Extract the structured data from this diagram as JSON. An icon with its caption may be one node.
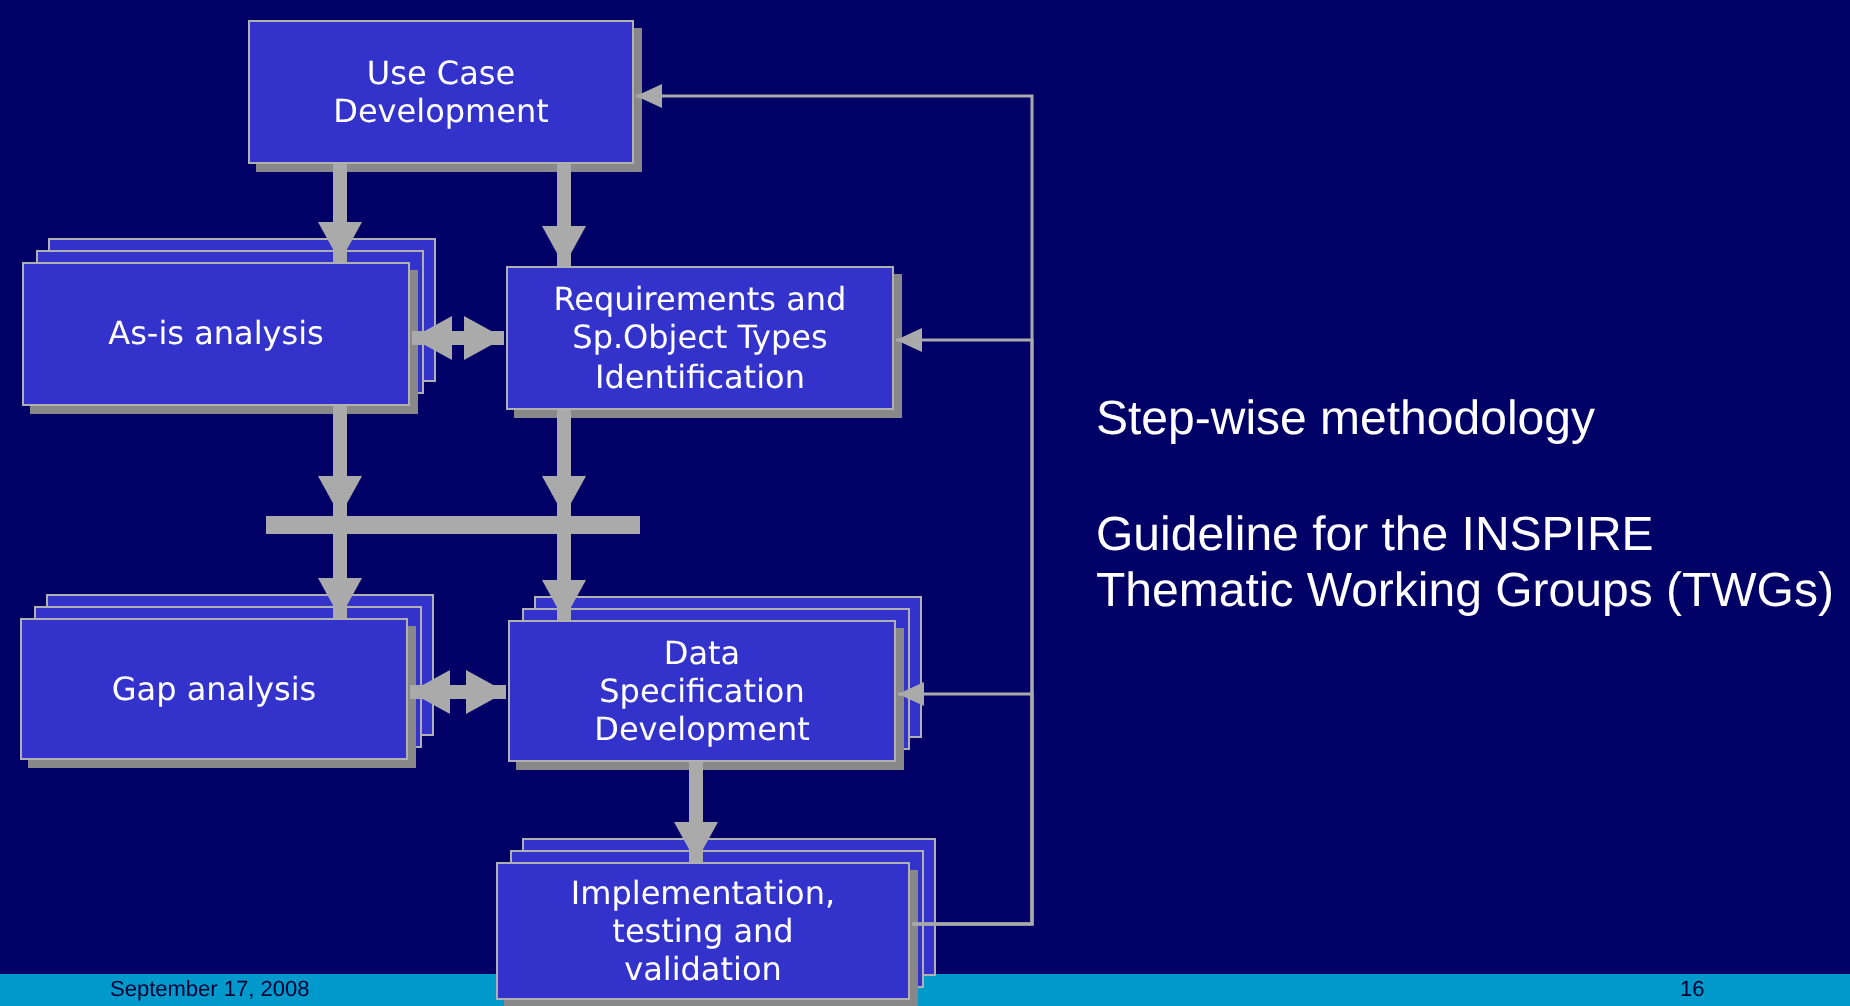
{
  "diagram": {
    "nodes": [
      {
        "text": [
          "Use Case Development"
        ]
      },
      {
        "text": [
          "As-is analysis"
        ]
      },
      {
        "text": [
          "Requirements and Sp.Object Types Identification"
        ]
      },
      {
        "text": [],
        "shape": "bar"
      },
      {
        "text": [
          "Gap analysis"
        ]
      },
      {
        "text": [
          "Data Specification Development"
        ]
      },
      {
        "text": [
          "Implementation, testing and validation"
        ]
      }
    ],
    "edges": [
      {
        "from": 0,
        "to": 1,
        "arrow": "to"
      },
      {
        "from": 0,
        "to": 2,
        "arrow": "to"
      },
      {
        "from": 1,
        "to": 2,
        "arrow": "both"
      },
      {
        "from": 1,
        "to": 3,
        "arrow": "to"
      },
      {
        "from": 2,
        "to": 3,
        "arrow": "to"
      },
      {
        "from": 3,
        "to": 4,
        "arrow": "to"
      },
      {
        "from": 3,
        "to": 5,
        "arrow": "to"
      },
      {
        "from": 4,
        "to": 5,
        "arrow": "both"
      },
      {
        "from": 5,
        "to": 6,
        "arrow": "to"
      },
      {
        "from": 6,
        "to": 0,
        "arrow": "to"
      },
      {
        "from": 6,
        "to": 2,
        "arrow": "to"
      },
      {
        "from": 6,
        "to": 5,
        "arrow": "to"
      }
    ],
    "labels": [
      "Step-wise methodology",
      "Guideline for the INSPIRE Thematic Working Groups (TWGs)",
      "September 17, 2008",
      "16"
    ]
  }
}
